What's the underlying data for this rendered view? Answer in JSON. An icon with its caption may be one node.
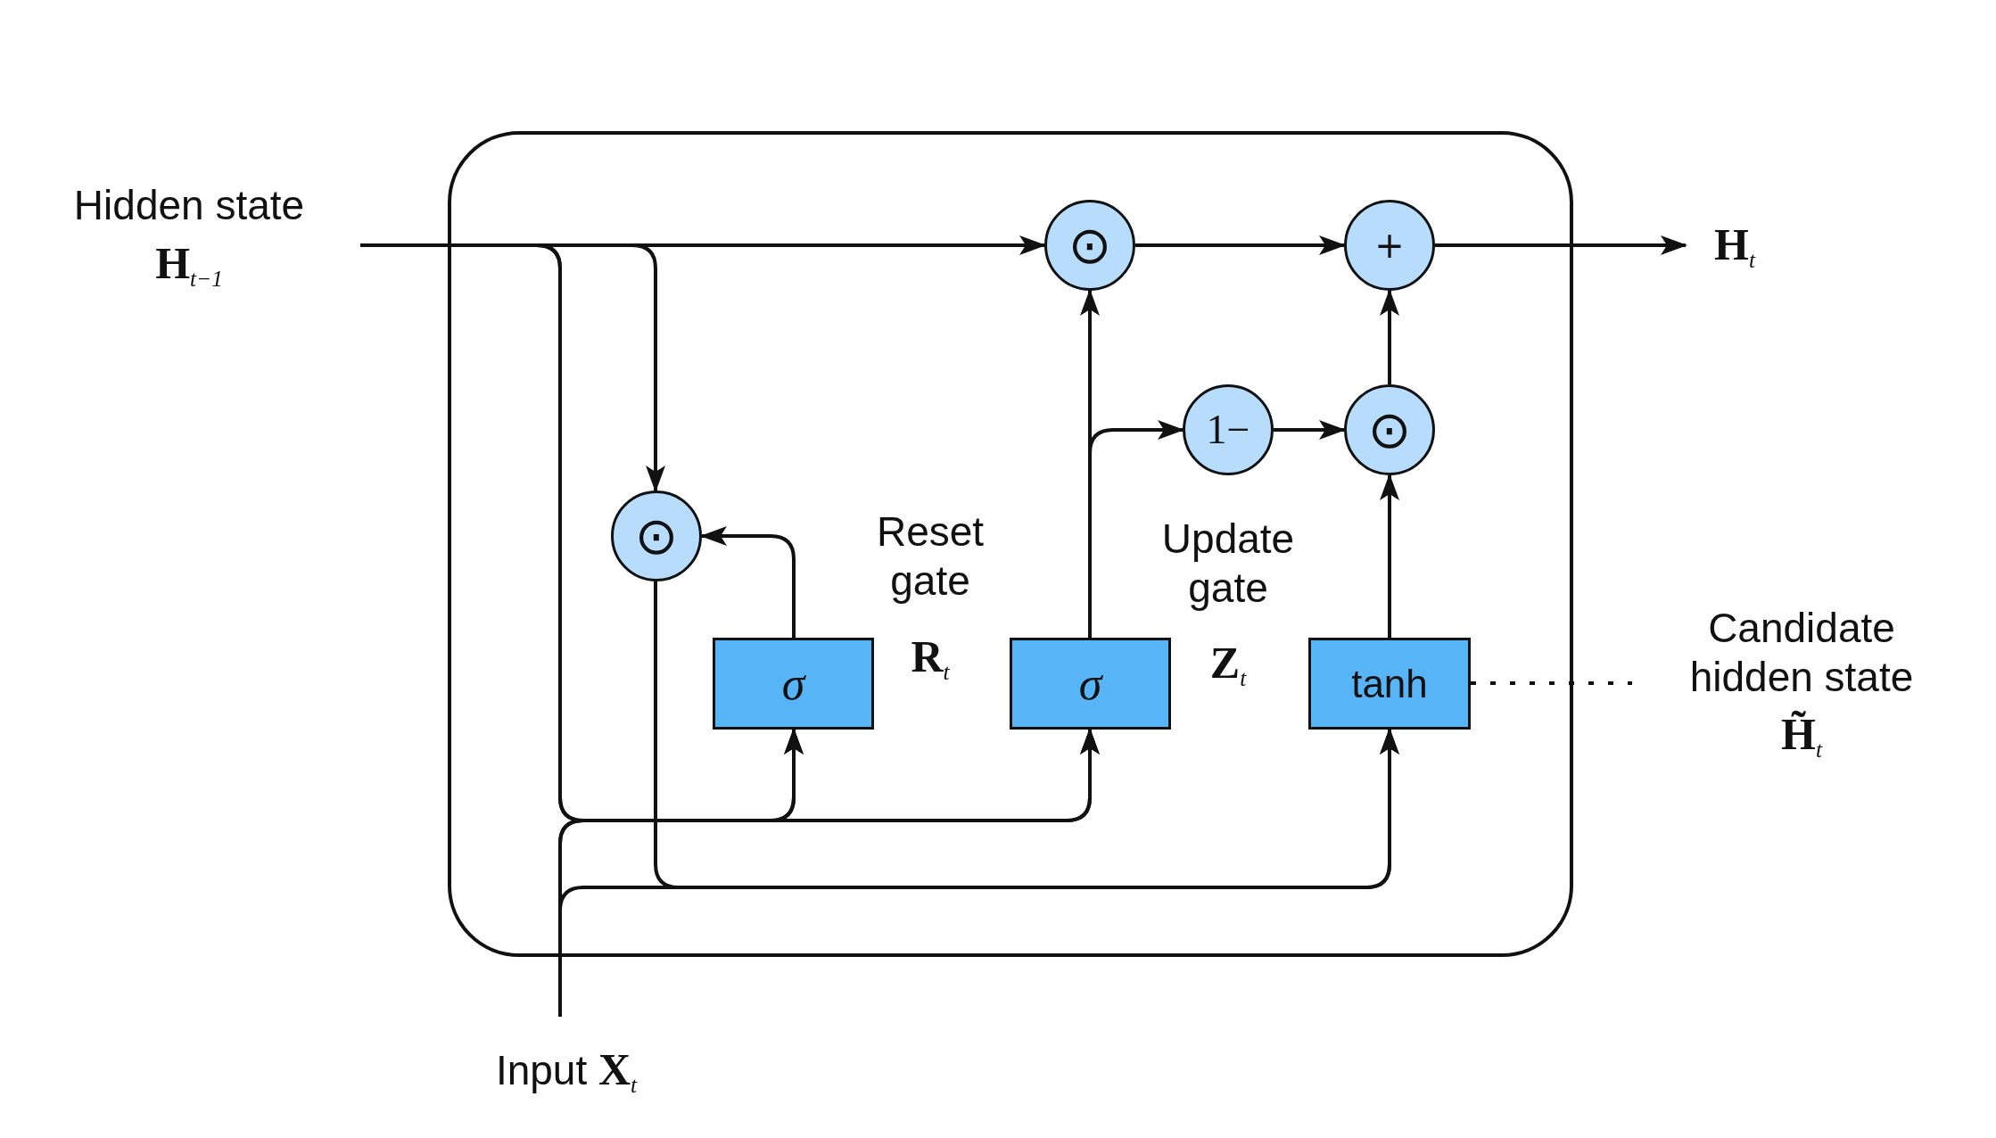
{
  "diagram": {
    "nodes": [
      {
        "text": [],
        "shape": "box"
      },
      {
        "text": [
          "Hidden state",
          "**H**$_{t−1}$"
        ]
      },
      {
        "text": [
          "⊙"
        ],
        "in": 0
      },
      {
        "text": [
          "+"
        ],
        "in": 0
      },
      {
        "text": [
          "1−"
        ],
        "in": 0
      },
      {
        "text": [
          "⊙"
        ],
        "in": 0
      },
      {
        "text": [
          "⊙"
        ],
        "in": 0
      },
      {
        "text": [
          "σ"
        ],
        "in": 0,
        "beside": [
          "Reset gate",
          "**R**$_{t}$"
        ]
      },
      {
        "text": [
          "σ"
        ],
        "in": 0,
        "beside": [
          "Update gate",
          "**Z**$_{t}$"
        ]
      },
      {
        "text": [
          "tanh"
        ],
        "in": 0
      },
      {
        "text": [
          "**H**$_{t}$"
        ]
      },
      {
        "text": [
          "Input **X**$_{t}$"
        ]
      },
      {
        "text": [
          "Candidate hidden state",
          "**H̃**$_{t}$"
        ]
      }
    ],
    "edges": [
      {
        "from": 1,
        "to": 2,
        "arrow": "to"
      },
      {
        "from": 1,
        "to": 6,
        "arrow": "to"
      },
      {
        "from": 1,
        "to": 7,
        "arrow": "to"
      },
      {
        "from": 1,
        "to": 8,
        "arrow": "to"
      },
      {
        "from": 11,
        "to": 7,
        "arrow": "to"
      },
      {
        "from": 11,
        "to": 8,
        "arrow": "to"
      },
      {
        "from": 11,
        "to": 9,
        "arrow": "to"
      },
      {
        "from": 6,
        "to": 9,
        "arrow": "to"
      },
      {
        "from": 7,
        "to": 6,
        "arrow": "to"
      },
      {
        "from": 8,
        "to": 2,
        "arrow": "to"
      },
      {
        "from": 8,
        "to": 4,
        "arrow": "to"
      },
      {
        "from": 4,
        "to": 5,
        "arrow": "to"
      },
      {
        "from": 9,
        "to": 5,
        "arrow": "to"
      },
      {
        "from": 5,
        "to": 3,
        "arrow": "to"
      },
      {
        "from": 2,
        "to": 3,
        "arrow": "to"
      },
      {
        "from": 3,
        "to": 10,
        "arrow": "to"
      },
      {
        "from": 9,
        "to": 12,
        "arrow": "none",
        "style": "dashed"
      }
    ]
  }
}
